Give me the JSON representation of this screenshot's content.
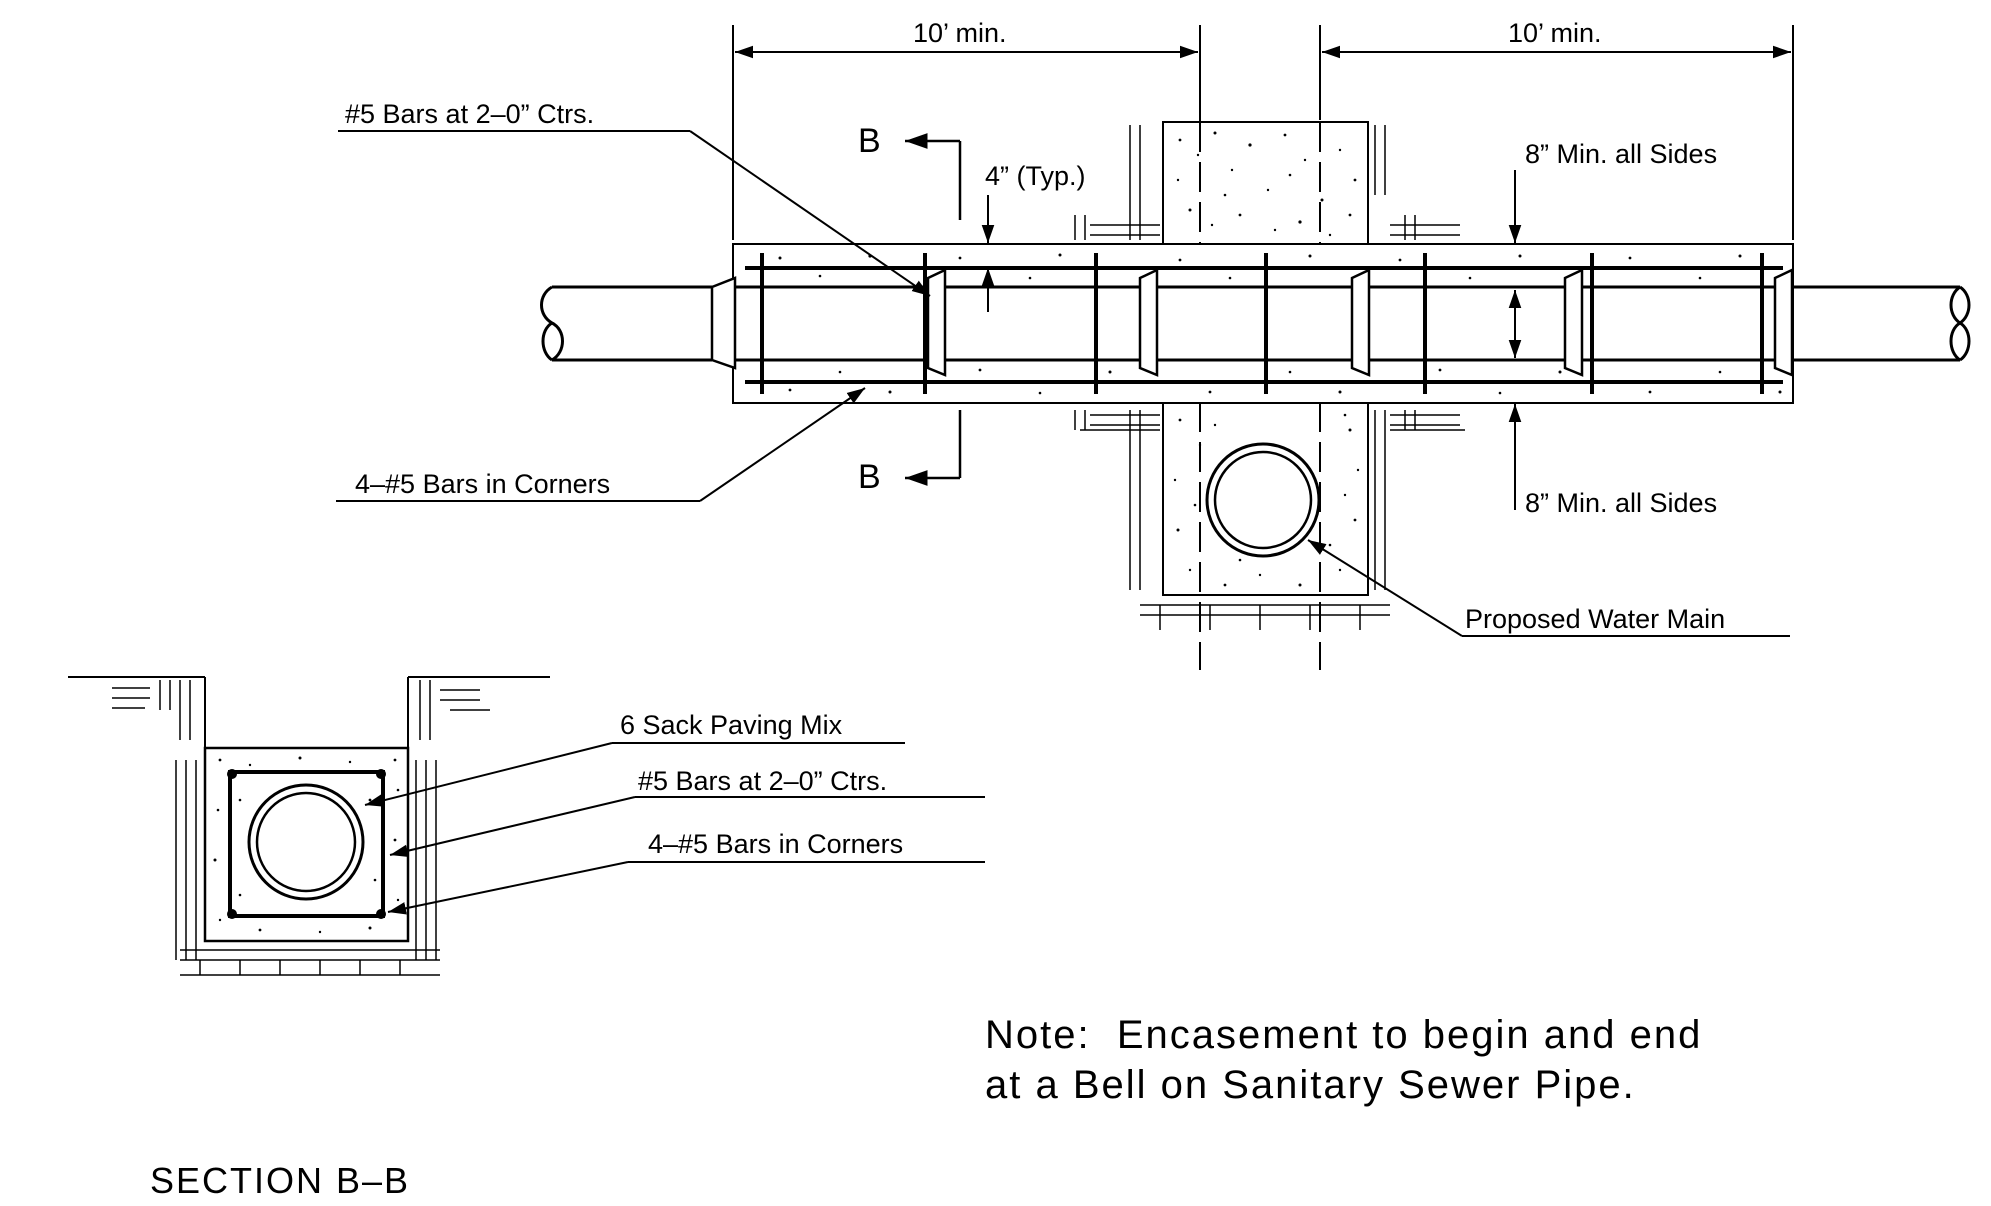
{
  "labels": {
    "dim_left": "10’ min.",
    "dim_right": "10’ min.",
    "bars_spacing_top": "#5 Bars at 2–0” Ctrs.",
    "bars_corners_top": "4–#5 Bars in Corners",
    "section_mark_top": "B",
    "section_mark_bottom": "B",
    "typ_dim": "4” (Typ.)",
    "min_sides_top": "8” Min. all Sides",
    "min_sides_bottom": "8” Min. all Sides",
    "water_main": "Proposed Water Main",
    "paving_mix": "6 Sack Paving Mix",
    "bars_spacing_section": "#5 Bars at 2–0” Ctrs.",
    "bars_corners_section": "4–#5 Bars in Corners",
    "note_line1": "Note:  Encasement to begin and end",
    "note_line2": "at a Bell on Sanitary Sewer Pipe.",
    "section_title": "SECTION B–B"
  }
}
